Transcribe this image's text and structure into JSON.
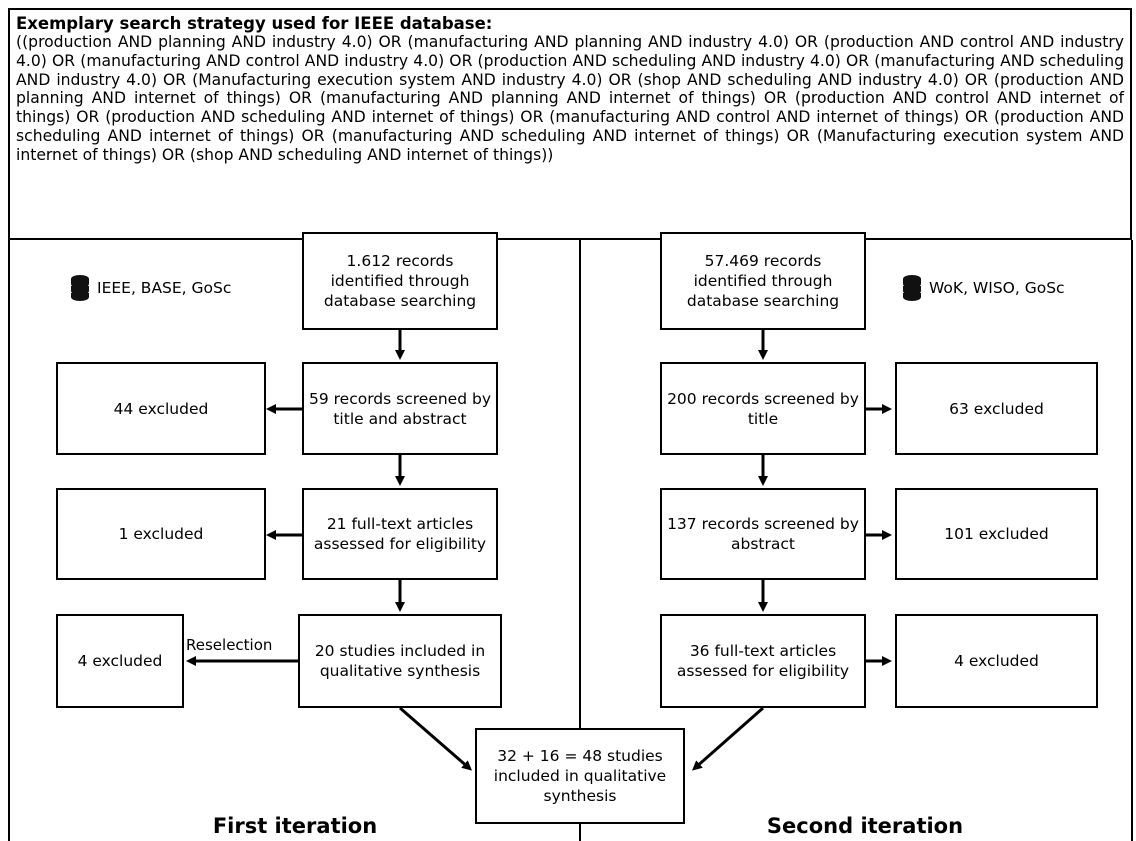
{
  "strategy": {
    "title": "Exemplary search strategy used for IEEE database:",
    "query": "((production AND planning AND industry 4.0) OR (manufacturing AND planning AND industry 4.0) OR (production AND control AND industry 4.0) OR (manufacturing AND control AND industry 4.0) OR (production AND scheduling AND industry 4.0) OR (manufacturing AND scheduling AND industry 4.0) OR (Manufacturing execution system AND industry 4.0) OR (shop AND scheduling AND industry 4.0) OR (production AND planning AND internet of things) OR (manufacturing AND planning AND internet of things) OR (production AND control AND internet of things) OR (production AND scheduling AND internet of things) OR (manufacturing AND control AND internet of things) OR (production AND scheduling AND internet of things) OR (manufacturing AND scheduling AND internet of things) OR (Manufacturing execution system AND internet of things) OR (shop AND scheduling AND internet of things))"
  },
  "first": {
    "databases": "IEEE, BASE, GoSc",
    "identified": "1.612 records identified through database searching",
    "screened": "59 records screened by title and abstract",
    "excluded_screen": "44 excluded",
    "fulltext": "21 full-text articles assessed for eligibility",
    "excluded_fulltext": "1 excluded",
    "included": "20 studies included in qualitative synthesis",
    "excluded_reselection": "4 excluded",
    "reselection_label": "Reselection",
    "title": "First iteration"
  },
  "second": {
    "databases": "WoK, WISO, GoSc",
    "identified": "57.469 records identified through database searching",
    "screened_title": "200 records screened by title",
    "excluded_title": "63 excluded",
    "screened_abstract": "137 records screened by abstract",
    "excluded_abstract": "101 excluded",
    "fulltext": "36 full-text articles assessed for eligibility",
    "excluded_fulltext": "4 excluded",
    "title": "Second iteration"
  },
  "combined": {
    "included": "32 + 16 = 48 studies included in qualitative synthesis"
  }
}
